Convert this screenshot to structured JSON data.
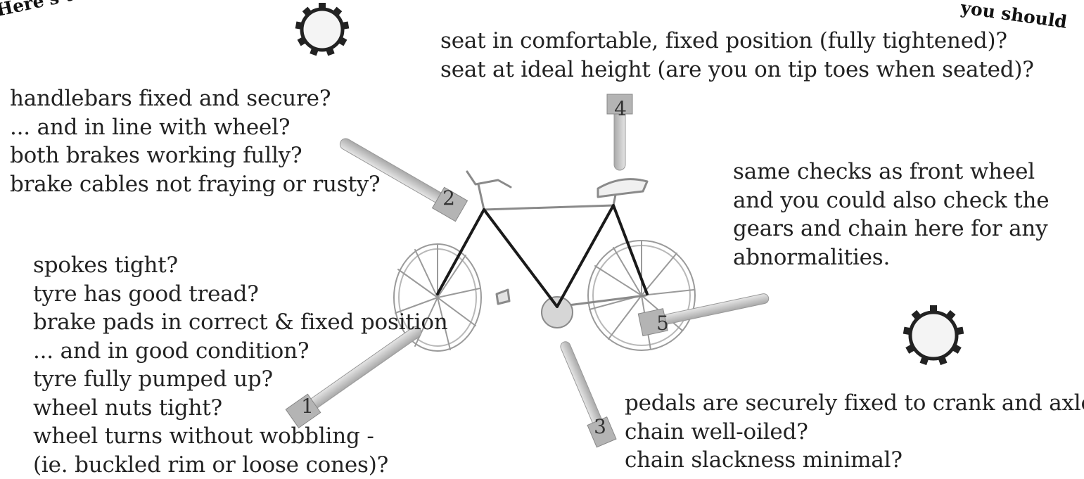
{
  "header": {
    "left_fragment": "Here's th",
    "right_fragment": "you should"
  },
  "callouts": {
    "handlebars": [
      "handlebars fixed and secure?",
      "... and in line with wheel?",
      "both brakes working fully?",
      "brake cables not fraying or rusty?"
    ],
    "front_wheel": [
      "spokes tight?",
      "tyre has good tread?",
      "brake pads in correct & fixed position",
      "... and in good condition?",
      "tyre fully pumped up?",
      "wheel nuts tight?",
      "wheel turns without wobbling -",
      "(ie. buckled rim or loose cones)?"
    ],
    "seat": [
      "seat in comfortable, fixed position (fully tightened)?",
      "seat at ideal height (are you on tip toes when seated)?"
    ],
    "back_wheel": [
      "same checks as front wheel",
      "and you could also check the",
      "gears and chain here for any",
      "abnormalities."
    ],
    "pedals": [
      "pedals are securely fixed to crank and axle?",
      "chain well-oiled?",
      "chain slackness minimal?"
    ]
  },
  "pointers": {
    "front_wheel": "1",
    "handlebars": "2",
    "pedals": "3",
    "seat": "4",
    "back_wheel": "5"
  },
  "icons": [
    "gear-icon",
    "bicycle-sketch",
    "spanner-pointer"
  ],
  "colors": {
    "ink": "#222222",
    "frame": "#1a1a1a",
    "sketch": "#9a9a9a",
    "spanner": "#c8c8c8"
  }
}
